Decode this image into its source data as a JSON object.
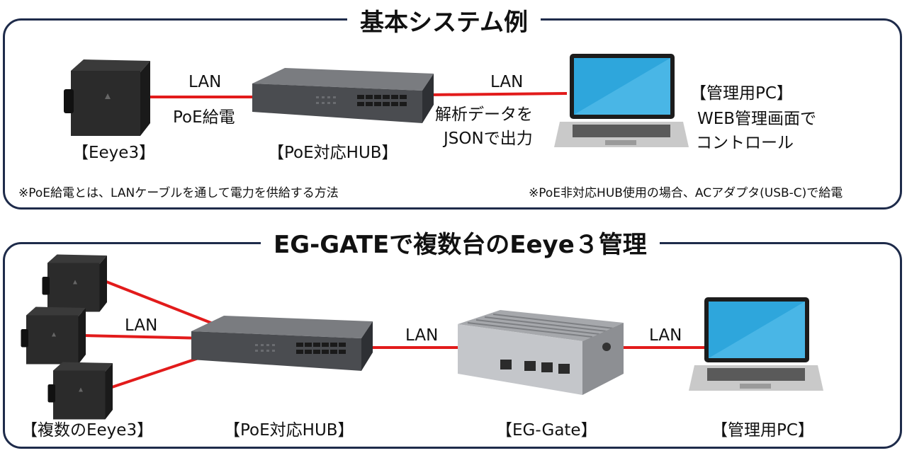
{
  "top": {
    "title": "基本システム例",
    "camera_label": "【Eeye3】",
    "hub_label": "【PoE対応HUB】",
    "pc_label_line1": "【管理用PC】",
    "pc_label_line2": "WEB管理画面で",
    "pc_label_line3": "コントロール",
    "link1_top": "LAN",
    "link1_bottom": "PoE給電",
    "link2_top": "LAN",
    "link2_bottom_line1": "解析データを",
    "link2_bottom_line2": "JSONで出力",
    "note_left": "※PoE給電とは、LANケーブルを通して電力を供給する方法",
    "note_right": "※PoE非対応HUB使用の場合、ACアダプタ(USB-C)で給電"
  },
  "bottom": {
    "title": "EG-GATEで複数台のEeye３管理",
    "cameras_label": "【複数のEeye3】",
    "hub_label": "【PoE対応HUB】",
    "gate_label": "【EG-Gate】",
    "pc_label": "【管理用PC】",
    "link1": "LAN",
    "link2": "LAN",
    "link3": "LAN"
  },
  "colors": {
    "frame": "#1e2b4a",
    "cable": "#e21b1b",
    "screen": "#2ea6dc"
  }
}
